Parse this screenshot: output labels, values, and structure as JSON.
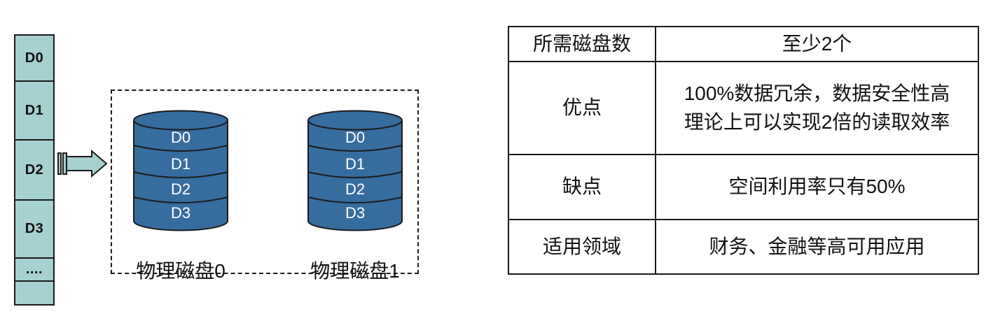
{
  "colors": {
    "teal": "#a5d1d0",
    "diskBlue": "#376c9f",
    "line": "#1b1b1b"
  },
  "stack": {
    "blocks": [
      "D0",
      "D1",
      "D2",
      "D3",
      "....",
      ""
    ]
  },
  "mirror_group": {
    "disks": [
      {
        "segments": [
          "D0",
          "D1",
          "D2",
          "D3"
        ],
        "caption": "物理磁盘0"
      },
      {
        "segments": [
          "D0",
          "D1",
          "D2",
          "D3"
        ],
        "caption": "物理磁盘1"
      }
    ]
  },
  "table": {
    "rows": [
      {
        "label": "所需磁盘数",
        "value_lines": [
          "至少2个"
        ]
      },
      {
        "label": "优点",
        "value_lines": [
          "100%数据冗余，数据安全性高",
          "理论上可以实现2倍的读取效率"
        ]
      },
      {
        "label": "缺点",
        "value_lines": [
          "空间利用率只有50%"
        ]
      },
      {
        "label": "适用领域",
        "value_lines": [
          "财务、金融等高可用应用"
        ]
      }
    ]
  }
}
